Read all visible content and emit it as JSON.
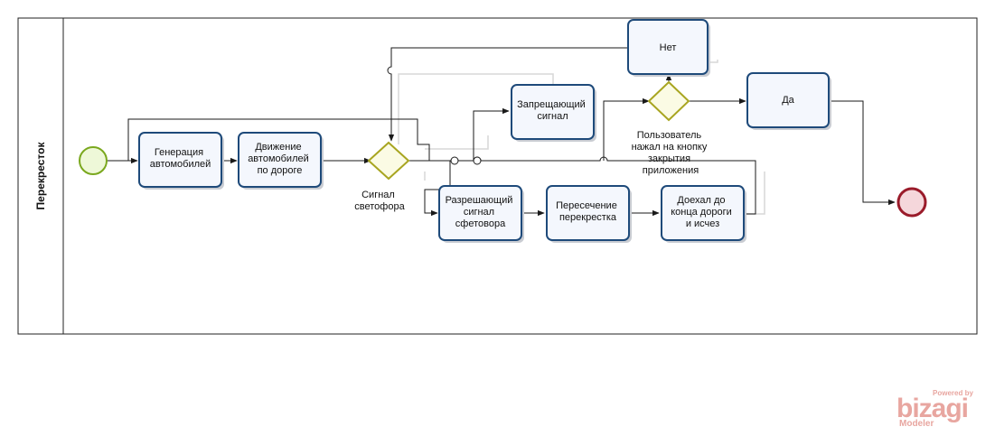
{
  "pool": {
    "title": "Перекресток"
  },
  "tasks": {
    "generation": [
      "Генерация",
      "автомобилей"
    ],
    "road_movement": [
      "Движение",
      "автомобилей",
      "по дороге"
    ],
    "forbid_signal": [
      "Запрещающий",
      "сигнал"
    ],
    "no": [
      "Нет"
    ],
    "yes": [
      "Да"
    ],
    "allow_signal": [
      "Разрешающий",
      "сигнал",
      "сфетовора"
    ],
    "crossing": [
      "Пересечение",
      "перекрестка"
    ],
    "reached_end": [
      "Доехал до",
      "конца дороги",
      "и исчез"
    ]
  },
  "gateways": {
    "traffic_light": [
      "Сигнал",
      "светофора"
    ],
    "user_close": [
      "Пользователь",
      "нажал на кнопку",
      "закрытия",
      "приложения"
    ]
  },
  "watermark": {
    "powered": "Powered by",
    "brand": "bizagi",
    "product": "Modeler"
  },
  "colors": {
    "task_border": "#1e4a7a",
    "task_fill": "#f4f7fd",
    "gateway_border": "#a8a520",
    "start_border": "#7aa81e",
    "end_border": "#9a1b2a",
    "watermark": "#e8a6a0"
  }
}
